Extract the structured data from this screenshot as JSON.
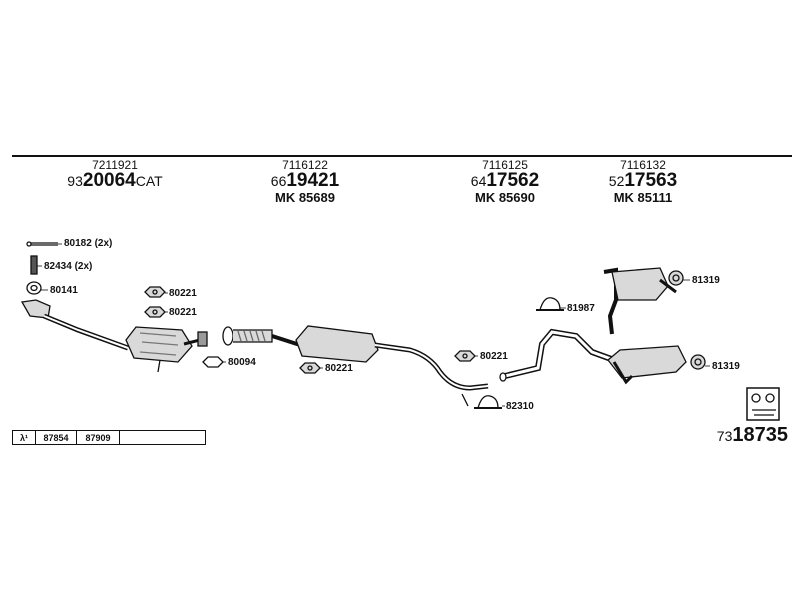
{
  "parts": [
    {
      "top": "7211921",
      "prefix": "93",
      "bold": "20064",
      "suffix": "CAT",
      "mk": ""
    },
    {
      "top": "7116122",
      "prefix": "66",
      "bold": "19421",
      "suffix": "",
      "mk": "MK 85689"
    },
    {
      "top": "7116125",
      "prefix": "64",
      "bold": "17562",
      "suffix": "",
      "mk": "MK 85690"
    },
    {
      "top": "7116132",
      "prefix": "52",
      "bold": "17563",
      "suffix": "",
      "mk": "MK 85111"
    }
  ],
  "callouts": {
    "c80182": "80182 (2x)",
    "c82434": "82434 (2x)",
    "c80141": "80141",
    "c80221a": "80221",
    "c80221b": "80221",
    "c80094": "80094",
    "c80221c": "80221",
    "c80221d": "80221",
    "c82310": "82310",
    "c81987": "81987",
    "c81319a": "81319",
    "c81319b": "81319"
  },
  "table": {
    "lambda": "λ¹",
    "col1": "87854",
    "col2": "87909",
    "col3": ""
  },
  "set_number": {
    "prefix": "73",
    "bold": "18735"
  },
  "icons": [
    "lambda-sensor-icon",
    "catalog-logo-icon"
  ],
  "colors": {
    "line": "#111111",
    "fill_light": "#d9d9d9",
    "fill_mid": "#9a9a9a"
  }
}
